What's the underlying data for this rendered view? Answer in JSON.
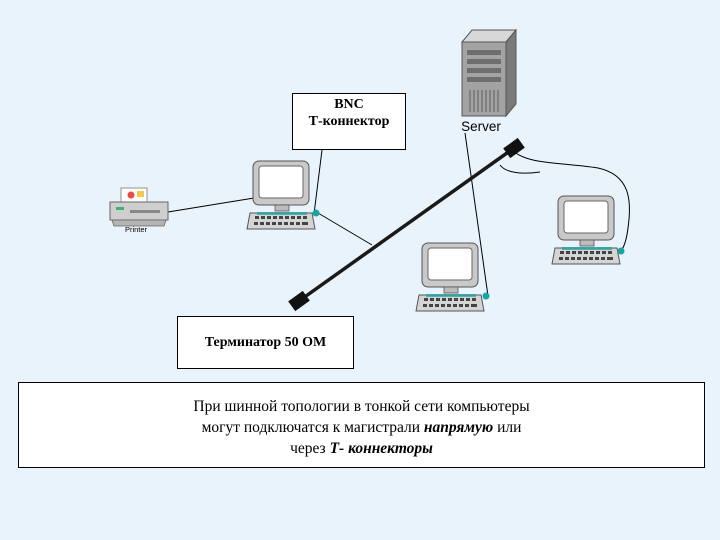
{
  "labels": {
    "server": "Server",
    "printer": "Printer",
    "bnc_line1": "BNC",
    "bnc_line2": "Т-коннектор",
    "terminator": "Терминатор 50 ОМ"
  },
  "caption": {
    "line1": "При шинной топологии  в тонкой сети компьютеры",
    "line2_a": "могут подключатся к магистрали ",
    "line2_b": "напрямую",
    "line2_c": "  или",
    "line3_a": "через  ",
    "line3_b": "Т- коннекторы"
  },
  "colors": {
    "background": "#e9f3fb",
    "bus": "#1a1a1a",
    "cable": "#000000",
    "monitor_body": "#c8c8c8",
    "screen": "#ffffff",
    "connector": "#1aa3a3",
    "server_body": "#9a9a9a"
  }
}
